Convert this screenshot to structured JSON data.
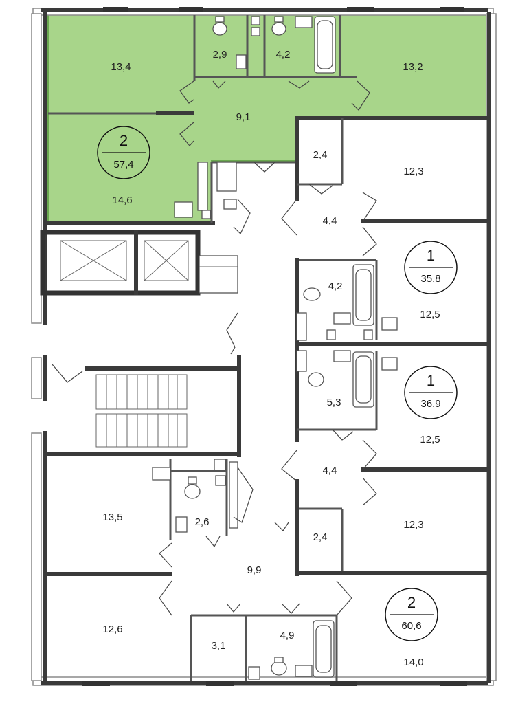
{
  "colors": {
    "highlight": "#a8d58a",
    "highlight_stroke": "#6aa84f",
    "wall": "#3a3a3a"
  },
  "rooms": [
    {
      "id": "r1",
      "label": "13,4"
    },
    {
      "id": "r2",
      "label": "2,9"
    },
    {
      "id": "r3",
      "label": "4,2"
    },
    {
      "id": "r4",
      "label": "13,2"
    },
    {
      "id": "r5",
      "label": "9,1"
    },
    {
      "id": "r6",
      "label": "14,6"
    },
    {
      "id": "r7",
      "label": "2,4"
    },
    {
      "id": "r8",
      "label": "12,3"
    },
    {
      "id": "r9",
      "label": "4,4"
    },
    {
      "id": "r10",
      "label": "4,2"
    },
    {
      "id": "r11",
      "label": "12,5"
    },
    {
      "id": "r12",
      "label": "5,3"
    },
    {
      "id": "r13",
      "label": "12,5"
    },
    {
      "id": "r14",
      "label": "4,4"
    },
    {
      "id": "r15",
      "label": "13,5"
    },
    {
      "id": "r16",
      "label": "2,6"
    },
    {
      "id": "r17",
      "label": "12,3"
    },
    {
      "id": "r18",
      "label": "2,4"
    },
    {
      "id": "r19",
      "label": "9,9"
    },
    {
      "id": "r20",
      "label": "12,6"
    },
    {
      "id": "r21",
      "label": "3,1"
    },
    {
      "id": "r22",
      "label": "4,9"
    },
    {
      "id": "r23",
      "label": "14,0"
    }
  ],
  "apartments": [
    {
      "rooms": "2",
      "area": "57,4"
    },
    {
      "rooms": "1",
      "area": "35,8"
    },
    {
      "rooms": "1",
      "area": "36,9"
    },
    {
      "rooms": "2",
      "area": "60,6"
    }
  ]
}
